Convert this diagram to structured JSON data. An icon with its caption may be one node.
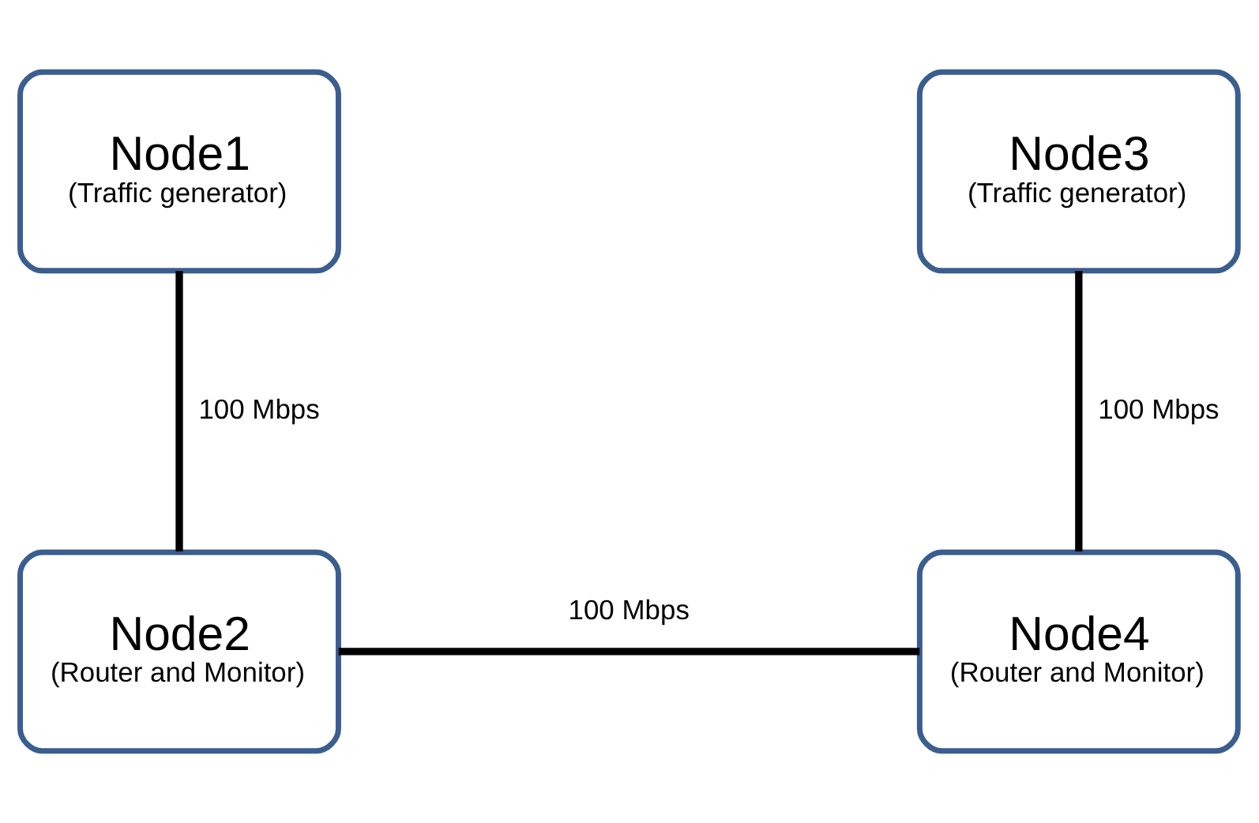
{
  "diagram": {
    "nodes": [
      {
        "text": [
          "Node1",
          "(Traffic generator)"
        ]
      },
      {
        "text": [
          "Node3",
          "(Traffic generator)"
        ]
      },
      {
        "text": [
          "Node2",
          "(Router and Monitor)"
        ]
      },
      {
        "text": [
          "Node4",
          "(Router and Monitor)"
        ]
      }
    ],
    "edges": [
      {
        "from": 0,
        "to": 2,
        "arrow": "none",
        "label": "100 Mbps"
      },
      {
        "from": 1,
        "to": 3,
        "arrow": "none",
        "label": "100 Mbps"
      },
      {
        "from": 2,
        "to": 3,
        "arrow": "none",
        "label": "100 Mbps"
      }
    ]
  }
}
